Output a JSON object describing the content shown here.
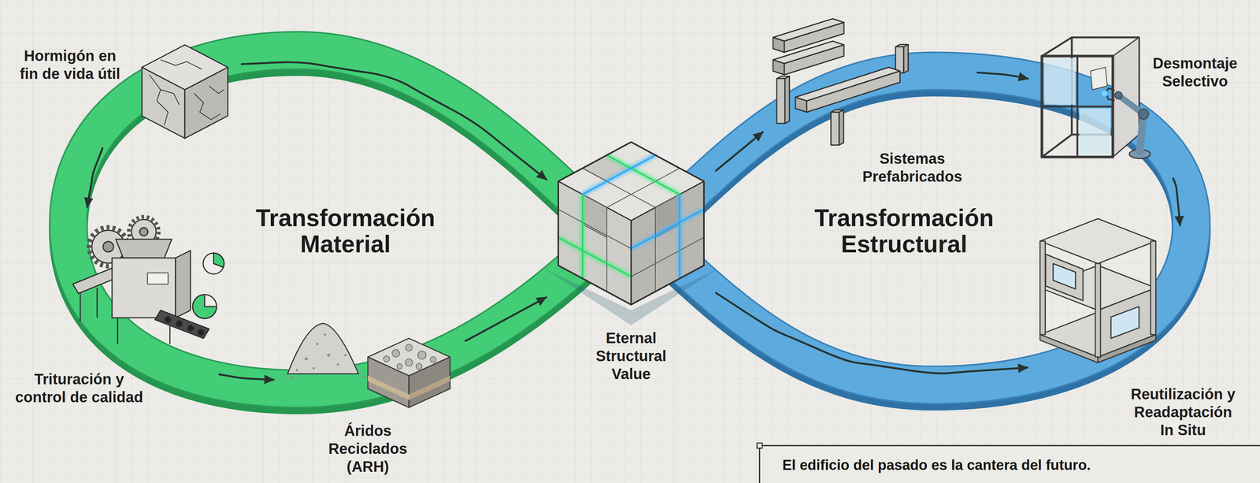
{
  "diagram": {
    "caption": "El edificio del pasado es la cantera del futuro.",
    "nodes": [
      {
        "text": [
          "Hormigón en fin de vida útil"
        ]
      },
      {
        "text": [
          "Trituración y control de calidad"
        ]
      },
      {
        "text": [
          "Áridos Reciclados (ARH)"
        ]
      },
      {
        "text": [
          "Eternal Structural Value"
        ]
      },
      {
        "text": [
          "Sistemas Prefabricados"
        ]
      },
      {
        "text": [
          "Desmontaje Selectivo"
        ]
      },
      {
        "text": [
          "Reutilización y Readaptación In Situ"
        ]
      }
    ],
    "edges": [
      {
        "from": 0,
        "to": 1,
        "arrow": "to"
      },
      {
        "from": 1,
        "to": 2,
        "arrow": "to"
      },
      {
        "from": 2,
        "to": 3,
        "arrow": "to"
      },
      {
        "from": 0,
        "to": 3,
        "arrow": "to"
      },
      {
        "from": 3,
        "to": 4,
        "arrow": "to"
      },
      {
        "from": 4,
        "to": 5,
        "arrow": "to"
      },
      {
        "from": 5,
        "to": 6,
        "arrow": "to"
      },
      {
        "from": 3,
        "to": 6,
        "arrow": "to"
      }
    ],
    "labels": [
      "Transformación Material",
      "Transformación Estructural"
    ]
  }
}
